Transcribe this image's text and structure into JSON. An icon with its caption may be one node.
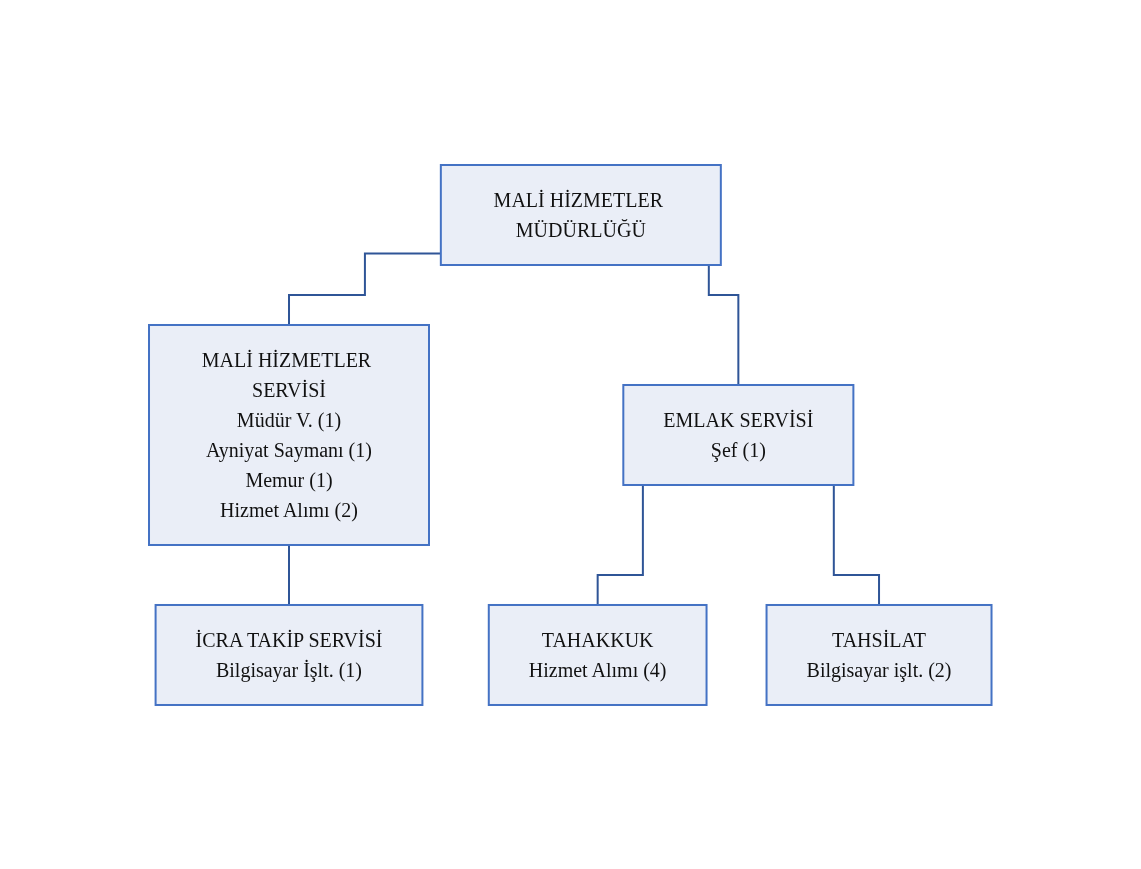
{
  "diagram": {
    "nodes": [
      {
        "text": [
          "MALİ HİZMETLER MÜDÜRLÜĞÜ"
        ]
      },
      {
        "text": [
          "MALİ HİZMETLER SERVİSİ",
          "Müdür V. (1)",
          "Ayniyat Saymanı (1)",
          "Memur (1)",
          "Hizmet Alımı (2)"
        ]
      },
      {
        "text": [
          "EMLAK SERVİSİ",
          "Şef (1)"
        ]
      },
      {
        "text": [
          "TAHAKKUK",
          "Hizmet Alımı (4)"
        ]
      },
      {
        "text": [
          "TAHSİLAT",
          "Bilgisayar işlt. (2)"
        ]
      },
      {
        "text": [
          "İCRA TAKİP SERVİSİ",
          "Bilgisayar İşlt. (1)"
        ]
      }
    ],
    "edges": [
      {
        "from": 0,
        "to": 1,
        "arrow": "none"
      },
      {
        "from": 0,
        "to": 2,
        "arrow": "none"
      },
      {
        "from": 2,
        "to": 3,
        "arrow": "none"
      },
      {
        "from": 2,
        "to": 4,
        "arrow": "none"
      },
      {
        "from": 1,
        "to": 5,
        "arrow": "none"
      }
    ]
  }
}
